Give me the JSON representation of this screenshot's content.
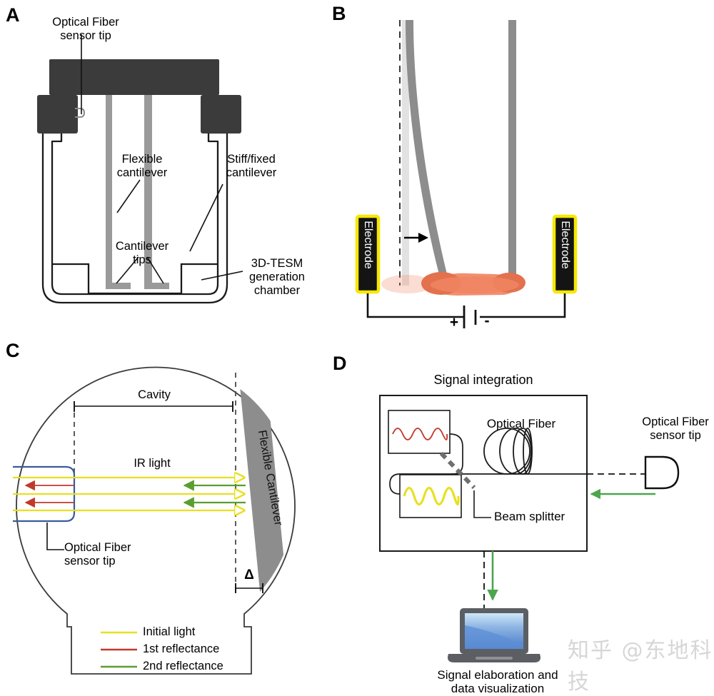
{
  "figure": {
    "panels": [
      {
        "letter": "A",
        "name": "device-schematic"
      },
      {
        "letter": "B",
        "name": "electrode-actuation"
      },
      {
        "letter": "C",
        "name": "interferometric-cavity"
      },
      {
        "letter": "D",
        "name": "signal-integration"
      }
    ]
  },
  "panelA": {
    "letter": "A",
    "labels": {
      "optical_fiber_tip": "Optical Fiber\nsensor tip",
      "flexible_cantilever": "Flexible\ncantilever",
      "stiff_cantilever": "Stiff/fixed\ncantilever",
      "cantilever_tips": "Cantilever\ntips",
      "chamber": "3D-TESM\ngeneration\nchamber"
    }
  },
  "panelB": {
    "letter": "B",
    "labels": {
      "electrode_left": "Electrode",
      "electrode_right": "Electrode",
      "polarity_positive": "+",
      "polarity_negative": "-"
    },
    "colors": {
      "droplet": "#F08563",
      "droplet_dark": "#E3714D",
      "electrode_fill": "#141414",
      "electrode_border": "#F5E800",
      "cantilever": "#8A8A8A"
    }
  },
  "panelC": {
    "letter": "C",
    "labels": {
      "cavity": "Cavity",
      "ir_light": "IR light",
      "flexible_cantilever": "Flexible Cantilever",
      "optical_fiber_tip": "Optical Fiber\nsensor tip",
      "delta": "Δ"
    },
    "legend": [
      {
        "label": "Initial light",
        "color": "#E8E020"
      },
      {
        "label": "1st reflectance",
        "color": "#C0392B"
      },
      {
        "label": "2nd reflectance",
        "color": "#5A9E30"
      }
    ]
  },
  "panelD": {
    "letter": "D",
    "labels": {
      "signal_integration": "Signal integration",
      "optical_fiber": "Optical Fiber",
      "beam_splitter": "Beam splitter",
      "optical_fiber_tip": "Optical Fiber\nsensor tip",
      "caption": "Signal elaboration and\ndata visualization"
    },
    "colors": {
      "wave_top": "#C0392B",
      "wave_bottom": "#E8E020",
      "arrow_green": "#4CA64C",
      "screen": "#4A7BC8"
    }
  },
  "watermark": {
    "text": "知乎 @东地科技"
  }
}
